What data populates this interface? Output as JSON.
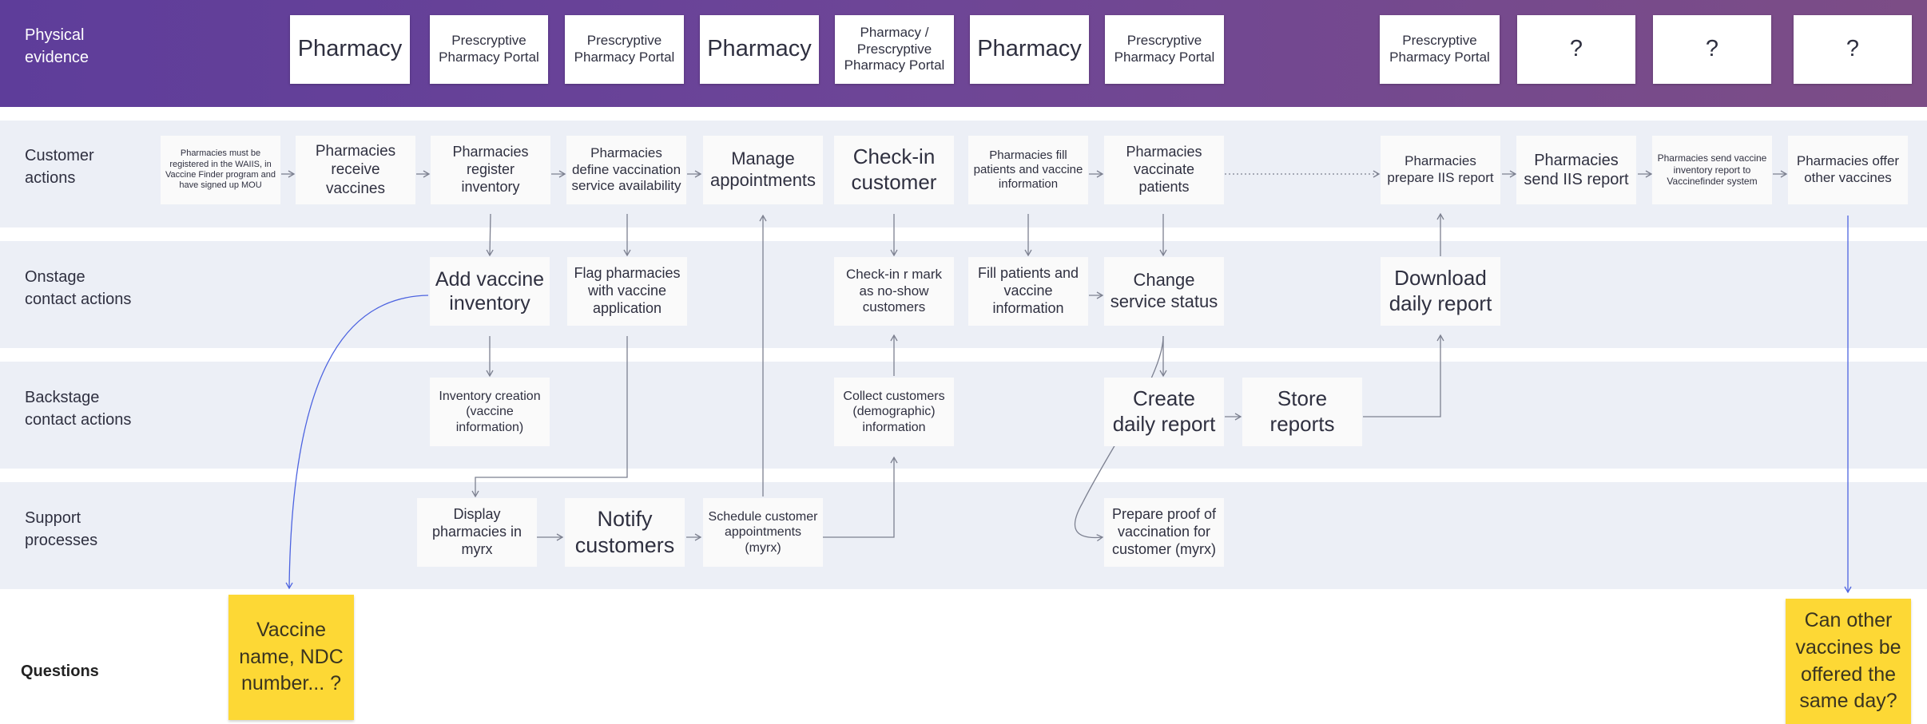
{
  "lanes": {
    "physical_evidence": "Physical\nevidence",
    "customer_actions": "Customer\nactions",
    "onstage": "Onstage\ncontact actions",
    "backstage": "Backstage\ncontact actions",
    "support": "Support\nprocesses",
    "questions": "Questions"
  },
  "evidence": [
    "Pharmacy",
    "Prescryptive Pharmacy Portal",
    "Prescryptive Pharmacy Portal",
    "Pharmacy",
    "Pharmacy / Prescryptive Pharmacy Portal",
    "Pharmacy",
    "Prescryptive Pharmacy Portal",
    "Prescryptive Pharmacy Portal",
    "?",
    "?",
    "?"
  ],
  "customer": [
    "Pharmacies must be registered in the WAIIS, in Vaccine Finder program and have signed up MOU",
    "Pharmacies receive vaccines",
    "Pharmacies register inventory",
    "Pharmacies define vaccination service availability",
    "Manage appointments",
    "Check-in customer",
    "Pharmacies fill patients and vaccine information",
    "Pharmacies vaccinate patients",
    "Pharmacies prepare IIS report",
    "Pharmacies send IIS report",
    "Pharmacies send vaccine inventory report to Vaccinefinder system",
    "Pharmacies offer other vaccines"
  ],
  "onstage": [
    "Add vaccine inventory",
    "Flag pharmacies with vaccine application",
    "Check-in r mark as no-show customers",
    "Fill patients and vaccine information",
    "Change service status",
    "Download daily report"
  ],
  "backstage": [
    "Inventory creation (vaccine information)",
    "Collect customers (demographic) information",
    "Create daily report",
    "Store reports"
  ],
  "support": [
    "Display pharmacies in myrx",
    "Notify customers",
    "Schedule customer appointments (myrx)",
    "Prepare proof of vaccination for customer (myrx)"
  ],
  "questions": [
    "Vaccine name, NDC number... ?",
    "Can other vaccines be offered the same day?"
  ],
  "colors": {
    "evidence_band": "#6a4396",
    "lane_bg": "#eceff6",
    "card_bg": "#fafafa",
    "sticky": "#fdd835",
    "connector": "#7c8090",
    "question_link": "#4c63e0"
  }
}
